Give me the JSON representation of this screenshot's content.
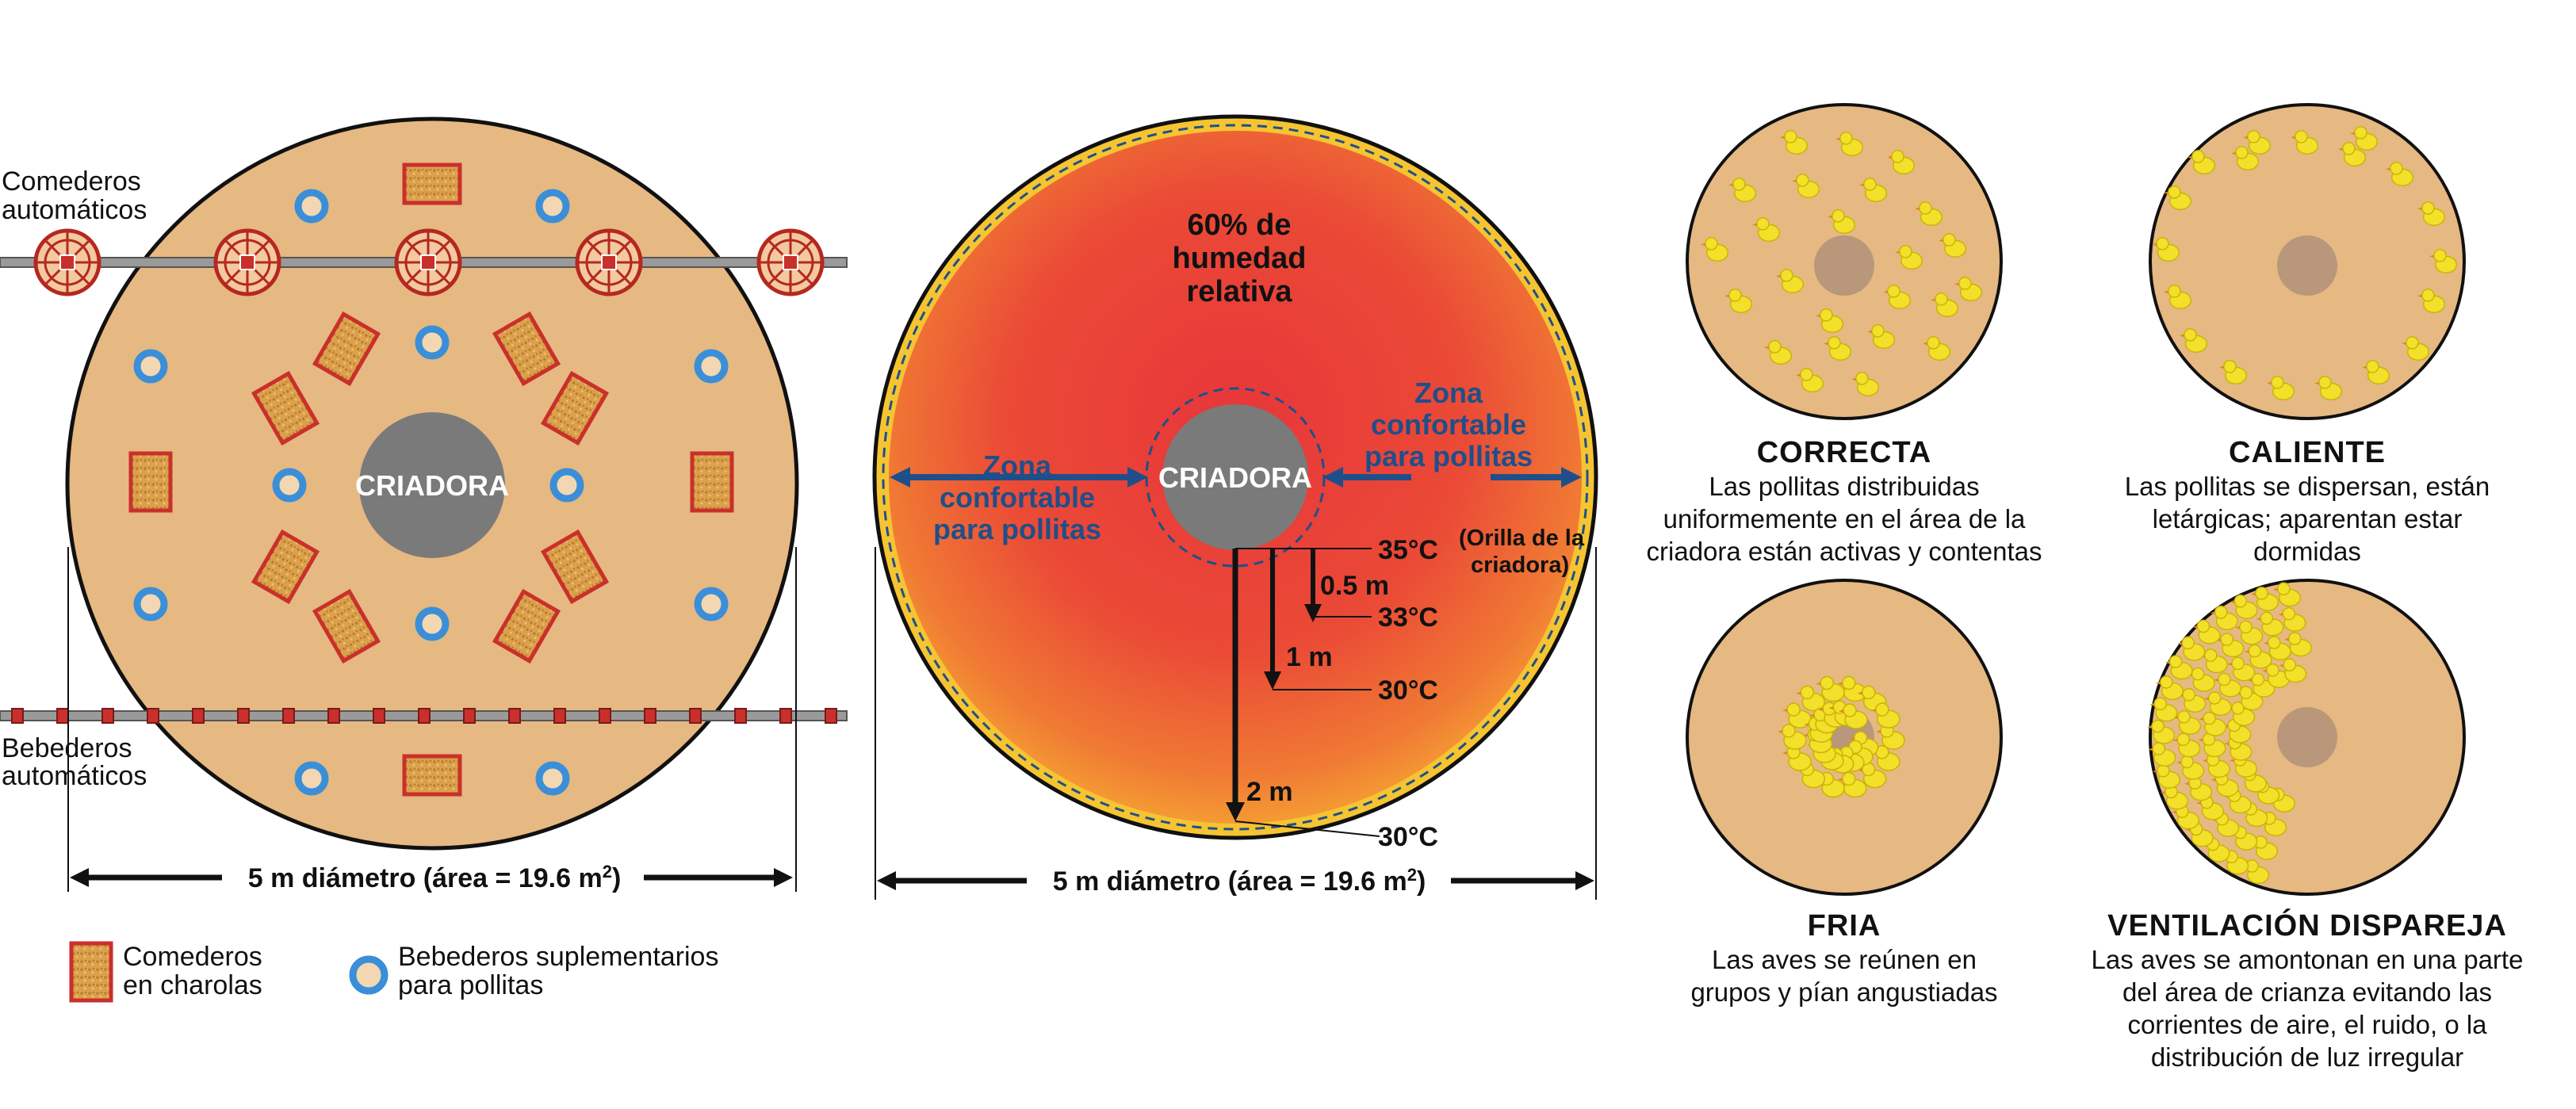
{
  "colors": {
    "floor": "#e6b882",
    "brooder": "#7a7a7a",
    "feeder_tray": "#c9302c",
    "litter": "#d9a24c",
    "water_ring": "#3a8fd8",
    "chick": "#f2e02a",
    "heat_core": "#e8363a",
    "heat_edge": "#f6c431",
    "arrow_blue": "#1f4f8a"
  },
  "left_diagram": {
    "brooder_label": "CRIADORA",
    "auto_feeders_label": [
      "Comederos",
      "automáticos"
    ],
    "auto_drinkers_label": [
      "Bebederos",
      "automáticos"
    ],
    "diameter_label": "5 m diámetro (área = 19.6 m",
    "diameter_sup": "2",
    "diameter_close": ")",
    "legend": {
      "tray_feeders": [
        "Comederos",
        "en charolas"
      ],
      "supplementary_drinkers": [
        "Bebederos suplementarios",
        "para pollitas"
      ]
    },
    "icons": [
      "feeder-tray-icon",
      "water-drinker-icon",
      "pan-feeder-icon"
    ]
  },
  "middle_diagram": {
    "humidity_label": [
      "60% de",
      "humedad",
      "relativa"
    ],
    "brooder_label": "CRIADORA",
    "comfort_zone_left": [
      "Zona",
      "confortable",
      "para pollitas"
    ],
    "comfort_zone_right": [
      "Zona",
      "confortable",
      "para pollitas"
    ],
    "temp_edge": "35°C",
    "edge_note": [
      "(Orilla de la",
      "criadora)"
    ],
    "dist_05": "0.5 m",
    "temp_05": "33°C",
    "dist_1": "1 m",
    "temp_1": "30°C",
    "dist_2": "2 m",
    "temp_2": "30°C",
    "diameter_label": "5 m diámetro (área = 19.6 m",
    "diameter_sup": "2",
    "diameter_close": ")"
  },
  "chick_states": [
    {
      "title": "CORRECTA",
      "lines": [
        "Las pollitas distribuidas",
        "uniformemente en el área de la",
        "criadora están activas y contentas"
      ]
    },
    {
      "title": "CALIENTE",
      "lines": [
        "Las pollitas se dispersan, están",
        "letárgicas; aparentan estar",
        "dormidas"
      ]
    },
    {
      "title": "FRIA",
      "lines": [
        "Las aves se reúnen en",
        "grupos y pían angustiadas"
      ]
    },
    {
      "title": "VENTILACIÓN DISPAREJA",
      "lines": [
        "Las aves se amontonan en una parte",
        "del área de crianza evitando las",
        "corrientes de aire, el ruido, o la",
        "distribución de luz irregular"
      ]
    }
  ]
}
